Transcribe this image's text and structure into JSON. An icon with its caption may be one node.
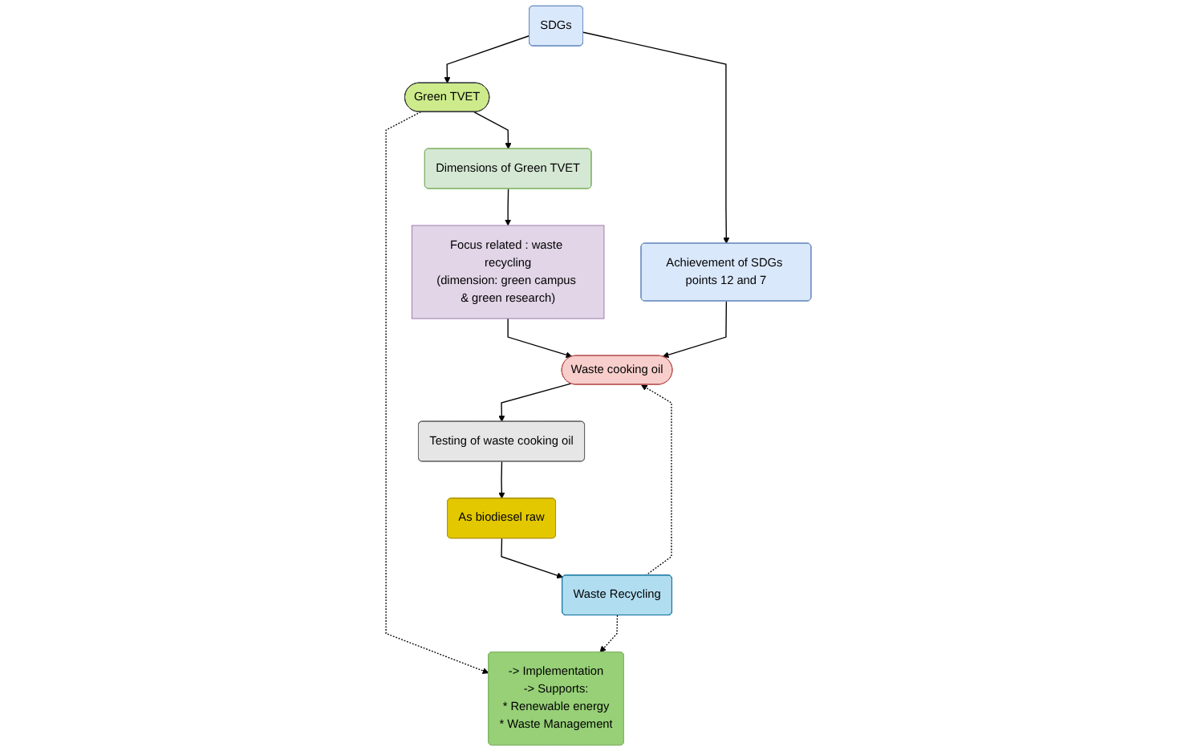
{
  "diagram": {
    "nodes": [
      {
        "text": [
          "SDGs"
        ]
      },
      {
        "text": [
          "Green TVET"
        ]
      },
      {
        "text": [
          "Focus related : waste recycling",
          "(dimension: green campus & green research)"
        ]
      },
      {
        "text": [
          "Dimensions of Green TVET"
        ]
      },
      {
        "text": [
          "-> Implementation",
          "-> Supports:",
          "* Renewable energy",
          "* Waste Management"
        ]
      },
      {
        "text": [
          "Achievement of SDGs points 12 and 7"
        ]
      },
      {
        "text": [
          "Waste cooking oil"
        ]
      },
      {
        "text": [
          "Testing of waste cooking oil"
        ]
      },
      {
        "text": [
          "As biodiesel raw"
        ]
      },
      {
        "text": [
          "Waste Recycling"
        ]
      }
    ],
    "edges": [
      {
        "from": 0,
        "to": 1,
        "arrow": "to"
      },
      {
        "from": 1,
        "to": 4,
        "arrow": "to",
        "style": "dashed"
      },
      {
        "from": 1,
        "to": 3,
        "arrow": "to"
      },
      {
        "from": 3,
        "to": 2,
        "arrow": "to"
      },
      {
        "from": 0,
        "to": 5,
        "arrow": "to"
      },
      {
        "from": 2,
        "to": 6,
        "arrow": "to"
      },
      {
        "from": 5,
        "to": 6,
        "arrow": "to"
      },
      {
        "from": 6,
        "to": 7,
        "arrow": "to"
      },
      {
        "from": 7,
        "to": 8,
        "arrow": "to"
      },
      {
        "from": 8,
        "to": 9,
        "arrow": "to"
      },
      {
        "from": 9,
        "to": 6,
        "arrow": "to",
        "style": "dashed"
      },
      {
        "from": 9,
        "to": 4,
        "arrow": "to",
        "style": "dashed"
      }
    ]
  }
}
